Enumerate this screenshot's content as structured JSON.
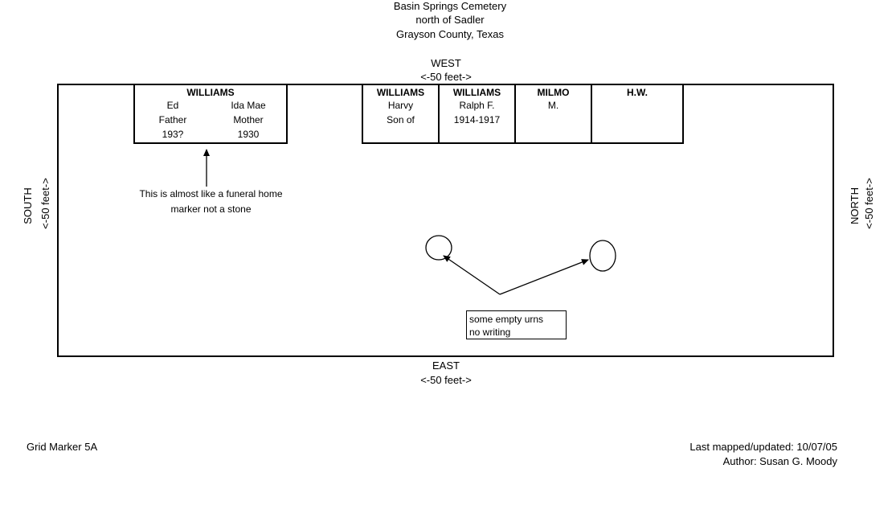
{
  "header": {
    "line1": "Basin Springs Cemetery",
    "line2": "north of Sadler",
    "line3": "Grayson County, Texas"
  },
  "directions": {
    "west": "WEST",
    "west_dist": "<-50 feet->",
    "east": "EAST",
    "east_dist": "<-50 feet->",
    "south": "SOUTH",
    "south_dist": "<-50 feet->",
    "north": "NORTH",
    "north_dist": "<-50 feet->"
  },
  "markers": [
    {
      "surname": "WILLIAMS",
      "left": {
        "name": "Ed",
        "relation": "Father",
        "year": "193?"
      },
      "right": {
        "name": "Ida Mae",
        "relation": "Mother",
        "year": "1930"
      }
    },
    {
      "surname": "WILLIAMS",
      "lines": [
        "Harvy",
        "Son of"
      ]
    },
    {
      "surname": "WILLIAMS",
      "lines": [
        "Ralph F.",
        "1914-1917"
      ]
    },
    {
      "surname": "MILMO",
      "lines": [
        "M."
      ]
    },
    {
      "surname": "H.W.",
      "lines": []
    }
  ],
  "notes": {
    "funeral_line1": "This is almost like a funeral home",
    "funeral_line2": "marker not a stone",
    "urns_line1": "some empty urns",
    "urns_line2": "no writing"
  },
  "footer": {
    "grid_marker": "Grid Marker 5A",
    "last_mapped": "Last mapped/updated: 10/07/05",
    "author": "Author: Susan G. Moody"
  }
}
